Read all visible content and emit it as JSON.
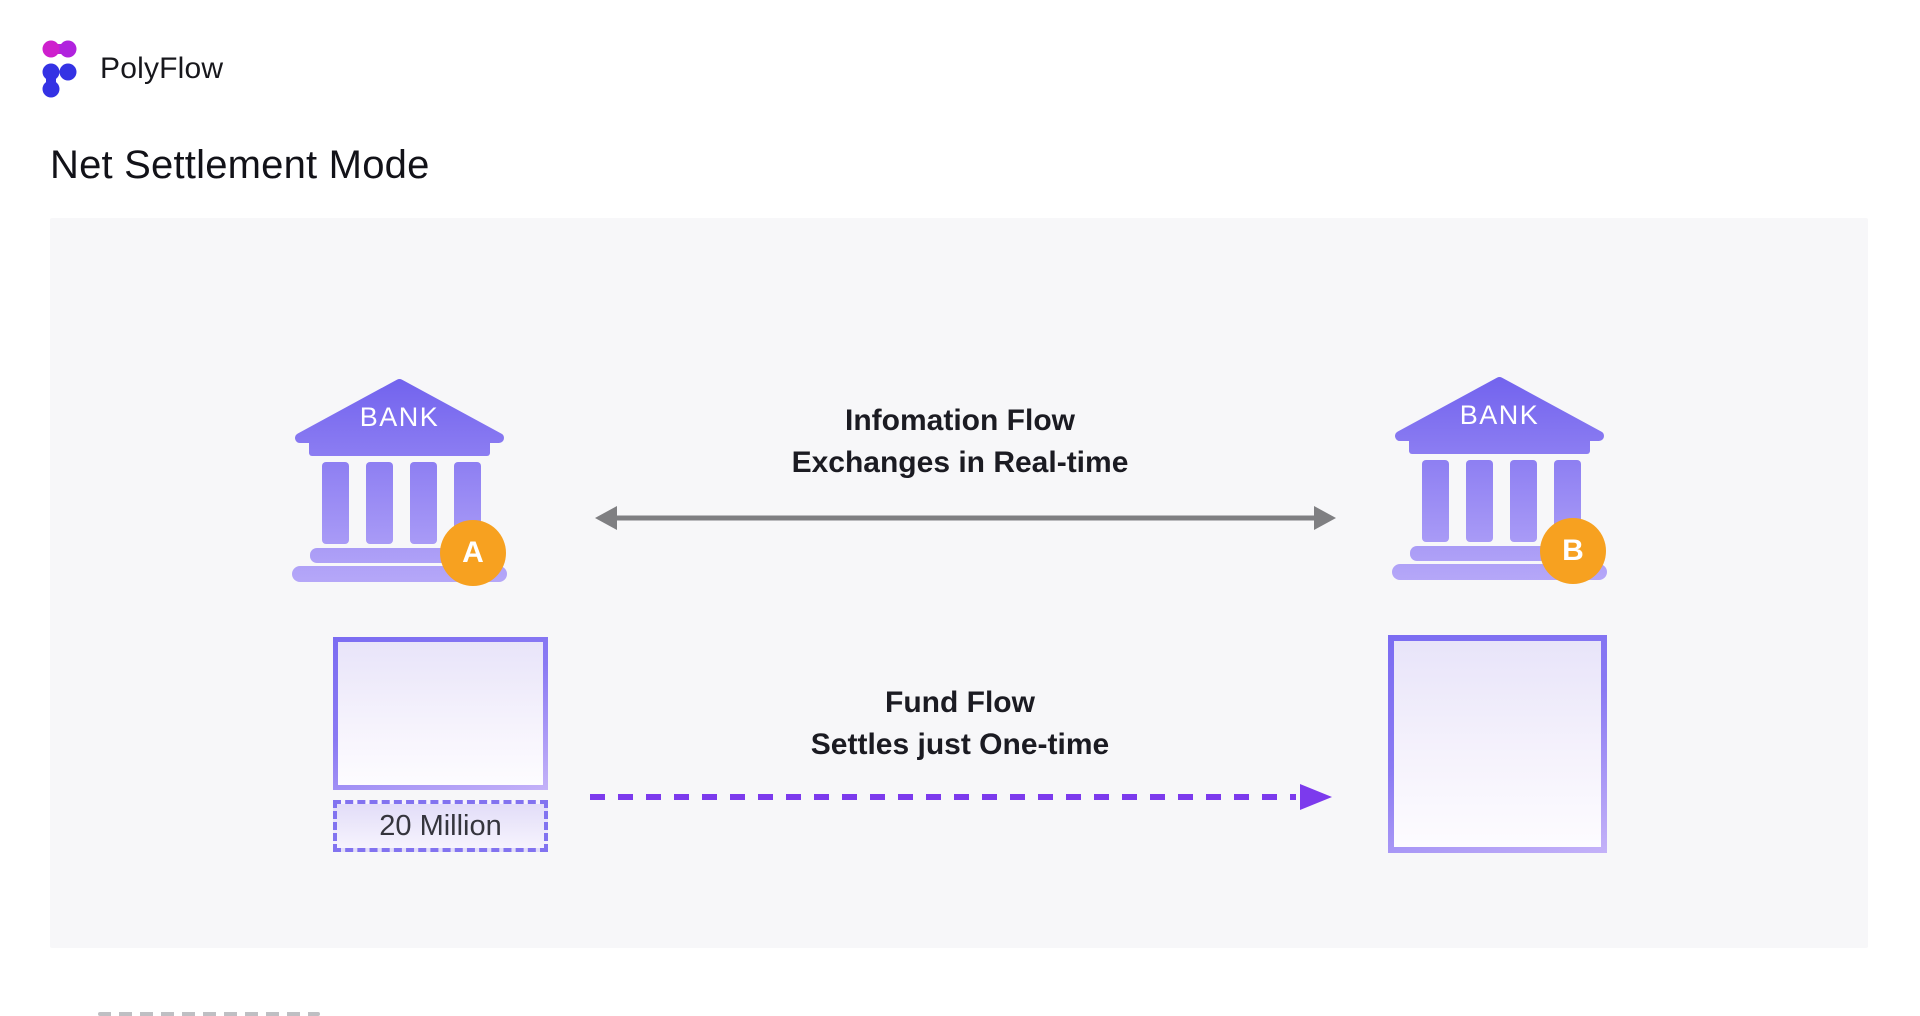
{
  "brand": {
    "name": "PolyFlow"
  },
  "page": {
    "title": "Net Settlement Mode"
  },
  "diagram": {
    "bank_a": {
      "label": "BANK",
      "badge": "A"
    },
    "bank_b": {
      "label": "BANK",
      "badge": "B"
    },
    "information_flow": {
      "line1": "Infomation Flow",
      "line2": "Exchanges in Real-time"
    },
    "fund_flow": {
      "line1": "Fund Flow",
      "line2": "Settles just One-time"
    },
    "amount_label": "20 Million",
    "colors": {
      "bank_purple_top": "#7263ee",
      "bank_purple_bottom": "#b5a7f8",
      "badge_orange": "#f7a120",
      "information_arrow_gray": "#7f7f82",
      "fund_arrow_purple": "#7c3aed",
      "logo_magenta": "#c623d2",
      "logo_blue": "#3432e4",
      "panel_background": "#f7f7f9"
    }
  }
}
